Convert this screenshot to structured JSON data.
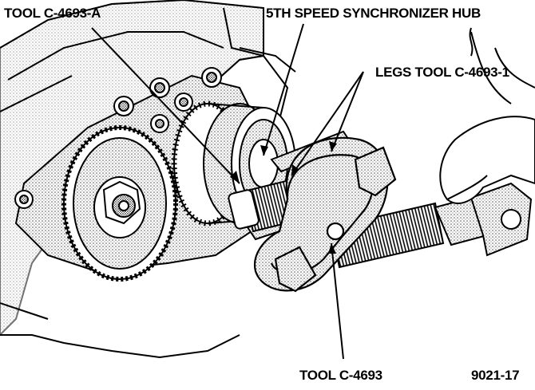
{
  "labels": {
    "tool_a": "TOOL C-4693-A",
    "sync_hub": "5TH SPEED SYNCHRONIZER HUB",
    "legs_tool": "LEGS TOOL C-4693-1",
    "tool_main": "TOOL C-4693",
    "figure_id": "9021-17"
  },
  "colors": {
    "ink": "#000000",
    "paper": "#ffffff",
    "shade": "#c8c8c8",
    "shade_dark": "#9a9a9a"
  }
}
